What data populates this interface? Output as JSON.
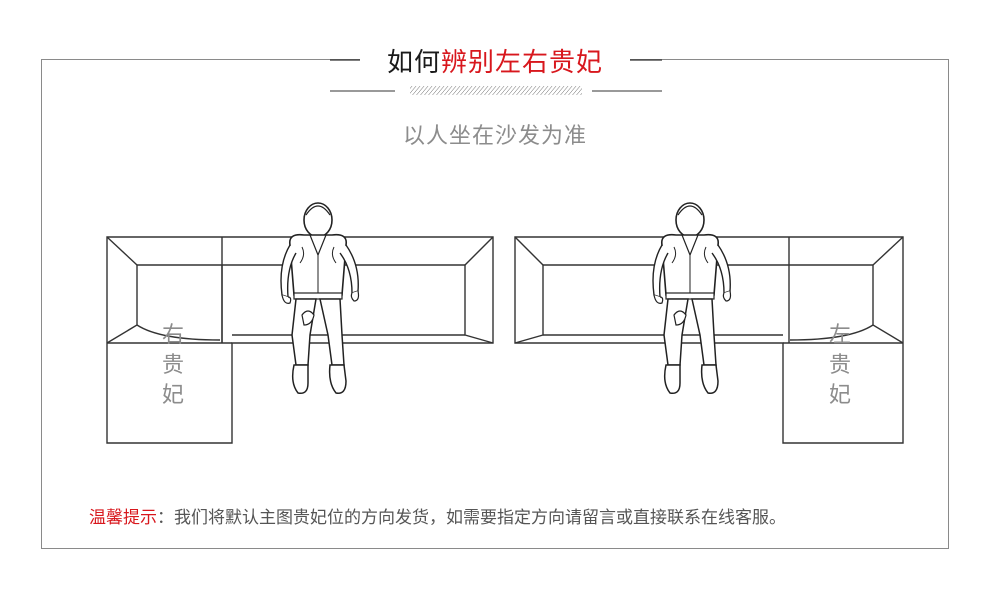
{
  "title": {
    "part1": "如何",
    "part2": "辨别左右贵妃"
  },
  "subtitle": "以人坐在沙发为准",
  "left_sofa": {
    "label": [
      "右",
      "贵",
      "妃"
    ]
  },
  "right_sofa": {
    "label": [
      "左",
      "贵",
      "妃"
    ]
  },
  "footer": {
    "prefix": "温馨提示",
    "text": "：我们将默认主图贵妃位的方向发货，如需要指定方向请留言或直接联系在线客服。"
  },
  "colors": {
    "accent": "#d8171d",
    "text_gray": "#8c8c8c",
    "line": "#333333"
  }
}
